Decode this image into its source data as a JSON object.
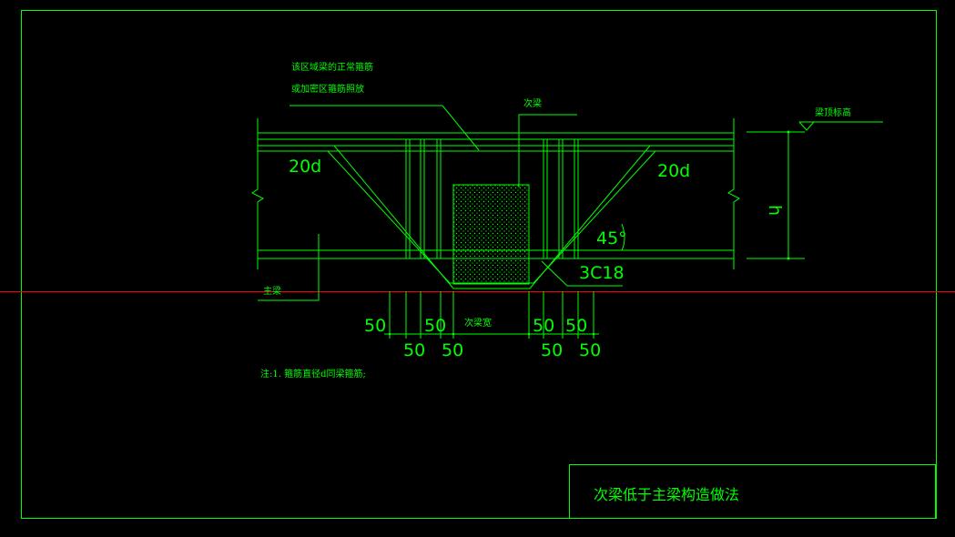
{
  "drawing": {
    "top_note_line1": "该区域梁的正常箍筋",
    "top_note_line2": "或加密区箍筋照放",
    "secondary_beam_label": "次梁",
    "beam_top_elevation_label": "梁顶标高",
    "anchor_left": "20d",
    "anchor_right": "20d",
    "angle": "45°",
    "rebar": "3C18",
    "height_symbol": "h",
    "main_beam_label": "主梁",
    "dims_upper": [
      "50",
      "50",
      "50",
      "50"
    ],
    "dims_lower": [
      "50",
      "50",
      "50",
      "50"
    ],
    "secondary_beam_width_label": "次梁宽",
    "note": "注:1.  箍筋直径d同梁箍筋;",
    "title": "次梁低于主梁构造做法"
  },
  "colors": {
    "linework": "#00ff00",
    "crosshair": "#ff0000",
    "background": "#000000"
  }
}
